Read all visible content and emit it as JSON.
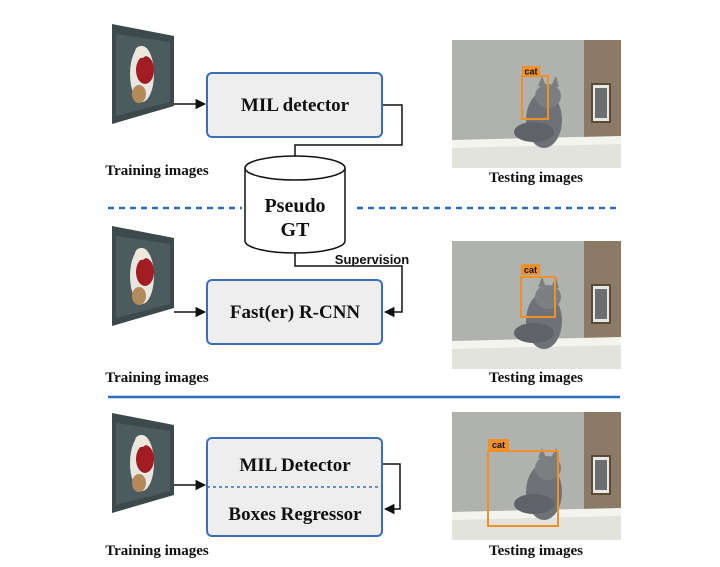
{
  "stage1": {
    "training_caption": "Training images",
    "testing_caption": "Testing images",
    "detector_label": "MIL detector",
    "detection_label": "cat"
  },
  "pseudo_gt": {
    "line1": "Pseudo",
    "line2": "GT"
  },
  "stage2": {
    "training_caption": "Training images",
    "testing_caption": "Testing images",
    "detector_label": "Fast(er) R-CNN",
    "edge_label": "Supervision",
    "detection_label": "cat"
  },
  "stage3": {
    "training_caption": "Training images",
    "testing_caption": "Testing images",
    "top_label": "MIL Detector",
    "bottom_label": "Boxes Regressor",
    "detection_label": "cat"
  },
  "colors": {
    "box_border": "#3a6fb5",
    "box_fill": "#eeeeee",
    "separator": "#2f6db8",
    "detection": "#f0902a"
  }
}
